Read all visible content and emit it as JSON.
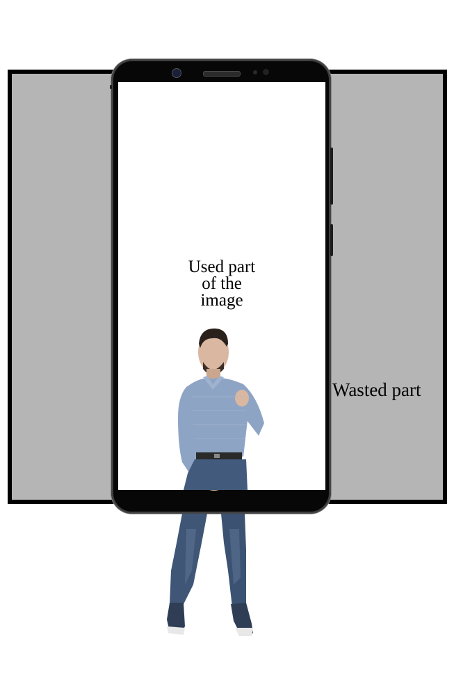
{
  "labels": {
    "used_line1": "Used part",
    "used_line2": "of the",
    "used_line3": "image",
    "wasted": "Wasted part"
  },
  "colors": {
    "wasted_area": "#b5b5b5",
    "frame_border": "#000000",
    "screen": "#ffffff",
    "phone_body": "#070707"
  },
  "icons": [
    "front-camera-icon",
    "earpiece-speaker-icon",
    "sensor-icon"
  ]
}
